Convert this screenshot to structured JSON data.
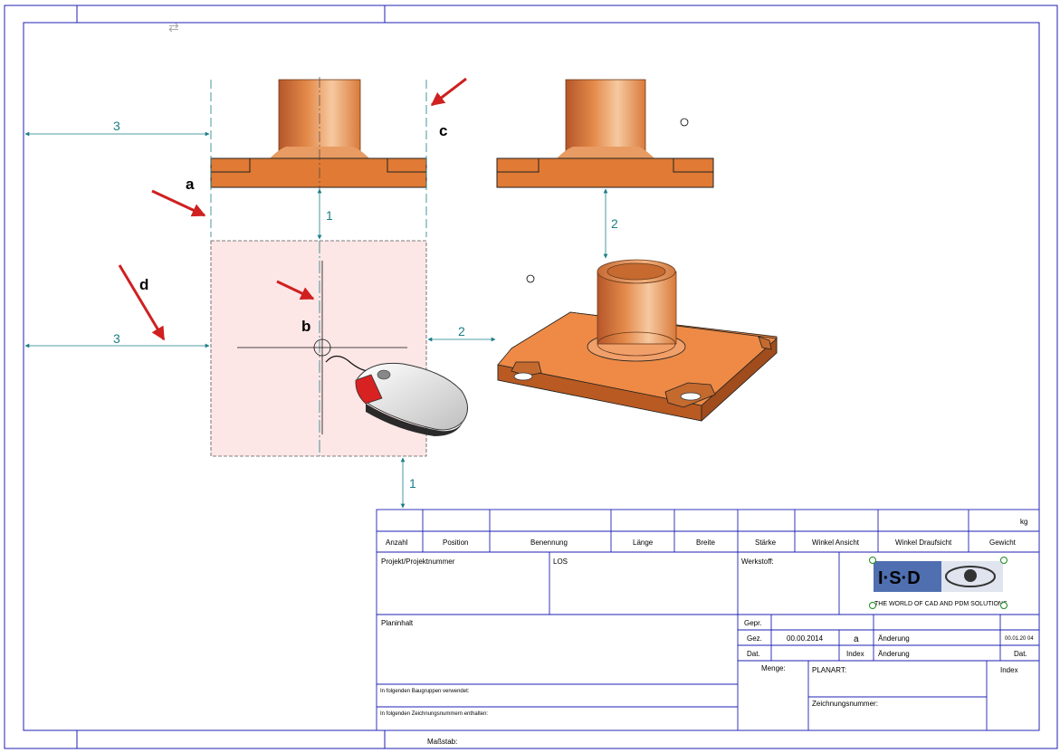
{
  "callouts": {
    "a": "a",
    "b": "b",
    "c": "c",
    "d": "d"
  },
  "dimensions": {
    "left_top": "3",
    "left_bottom": "3",
    "gap_front": "1",
    "gap_right_view": "2",
    "gap_right": "2",
    "gap_bottom": "1"
  },
  "title_block": {
    "unit": "kg",
    "columns": [
      "Anzahl",
      "Position",
      "Benennung",
      "Länge",
      "Breite",
      "Stärke",
      "Winkel Ansicht",
      "Winkel Draufsicht",
      "Gewicht"
    ],
    "projekt_label": "Projekt/Projektnummer",
    "los_label": "LOS",
    "werkstoff_label": "Werkstoff:",
    "logo_text": "I·S·D",
    "logo_tagline": "THE WORLD OF CAD AND PDM SOLUTIONS",
    "planinhalt_label": "Planinhalt",
    "gepr_label": "Gepr.",
    "gez_label": "Gez.",
    "gez_date": "00.00.2014",
    "rev_letter": "a",
    "aenderung_label_1": "Änderung",
    "rev_date": "00.01.20 04",
    "dat_label": "Dat.",
    "index_label": "Index",
    "aenderung_label_2": "Änderung",
    "dat_label_2": "Dat.",
    "menge_label": "Menge:",
    "planart_label": "PLANART:",
    "index_label_2": "Index",
    "zeichnungsnummer_label": "Zeichnungsnummer:",
    "baugruppen_label": "In folgenden Baugruppen verwendet:",
    "zeichnungsnummern_label": "In folgenden Zeichnungsnummern enthalten:",
    "massstab_label": "Maßstab:"
  },
  "colors": {
    "frame": "#1f1fb4",
    "part": "#e07a34",
    "dimension": "#1a7f86",
    "arrow": "#d02020",
    "placeholder": "#fde6e6"
  }
}
